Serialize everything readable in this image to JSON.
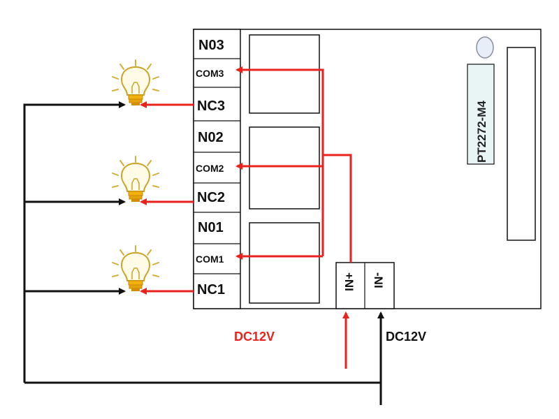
{
  "terminals": {
    "no3": "N03",
    "com3": "COM3",
    "nc3": "NC3",
    "no2": "N02",
    "com2": "COM2",
    "nc2": "NC2",
    "no1": "N01",
    "com1": "COM1",
    "nc1": "NC1"
  },
  "power_terminals": {
    "plus": "+NI",
    "minus": "-NI"
  },
  "chip_label": "PT2272-M4",
  "supply": {
    "plus_label": "DC12V",
    "minus_label": "DC12V"
  },
  "colors": {
    "live_wire": "#e8231e",
    "neutral_wire": "#111111",
    "bulb": "#e0a800"
  },
  "icons": {
    "bulb": "lightbulb-icon"
  }
}
